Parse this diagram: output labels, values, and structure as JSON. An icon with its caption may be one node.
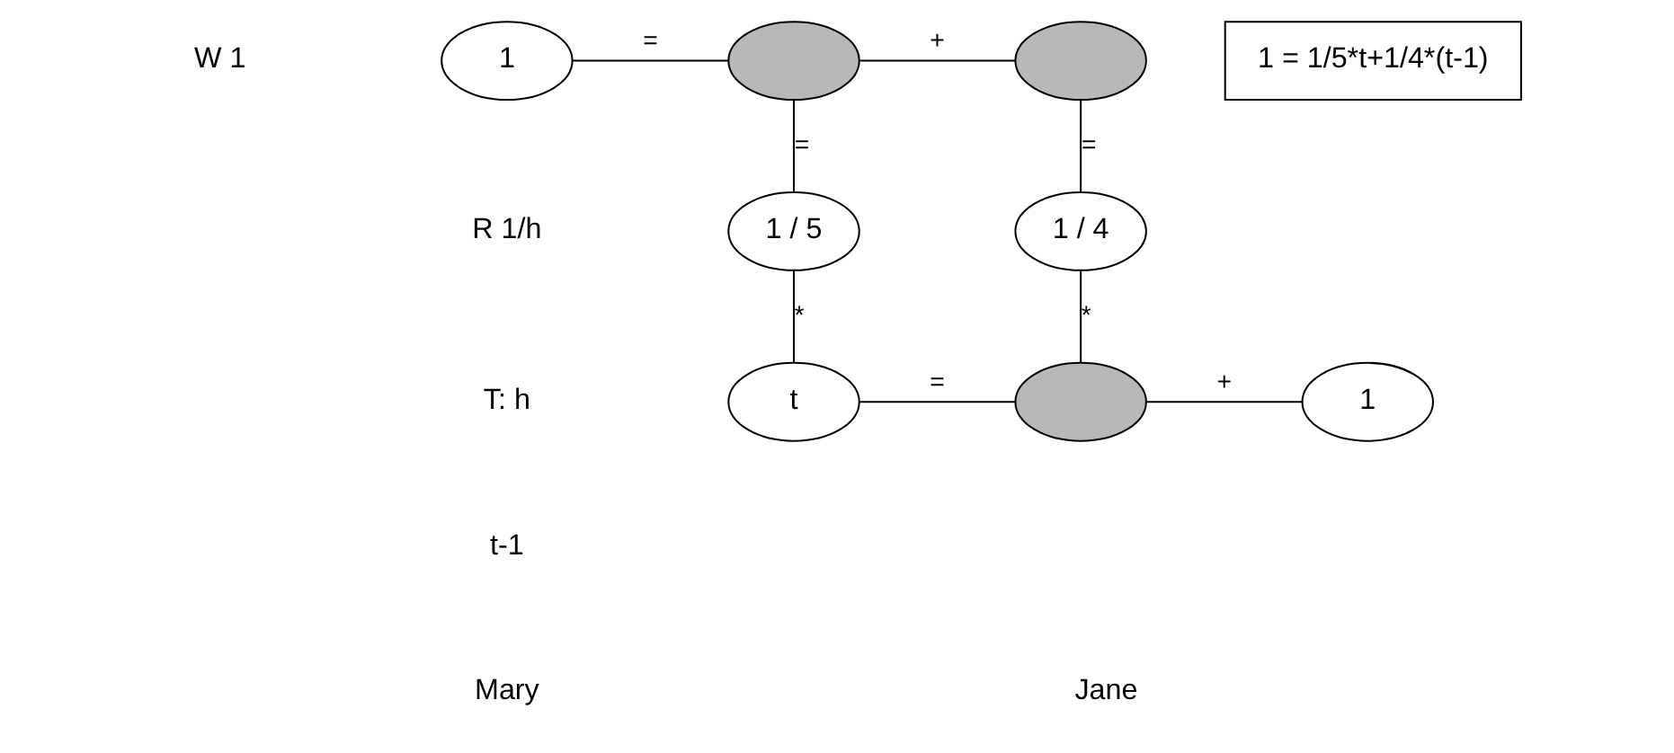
{
  "diagram": {
    "nodes": [
      {
        "text": [
          "1"
        ]
      },
      {
        "text": [],
        "shape": "ellipse"
      },
      {
        "text": [],
        "shape": "ellipse"
      },
      {
        "text": [
          "1 = 1/5*t+1/4*(t-1)"
        ]
      },
      {
        "text": [
          "1 / 5"
        ]
      },
      {
        "text": [
          "1 / 4"
        ]
      },
      {
        "text": [
          "t"
        ]
      },
      {
        "text": [],
        "shape": "ellipse"
      },
      {
        "text": [
          "1"
        ]
      }
    ],
    "edges": [
      {
        "from": 0,
        "to": 1,
        "arrow": "none",
        "label": "="
      },
      {
        "from": 1,
        "to": 2,
        "arrow": "none",
        "label": "+"
      },
      {
        "from": 1,
        "to": 4,
        "arrow": "none",
        "label": "="
      },
      {
        "from": 2,
        "to": 5,
        "arrow": "none",
        "label": "="
      },
      {
        "from": 4,
        "to": 6,
        "arrow": "none",
        "label": "*"
      },
      {
        "from": 5,
        "to": 7,
        "arrow": "none",
        "label": "*"
      },
      {
        "from": 6,
        "to": 7,
        "arrow": "none",
        "label": "="
      },
      {
        "from": 7,
        "to": 8,
        "arrow": "none",
        "label": "+"
      }
    ],
    "labels": [
      "W 1",
      "R 1/h",
      "T: h",
      "t-1",
      "Mary",
      "Jane"
    ]
  }
}
